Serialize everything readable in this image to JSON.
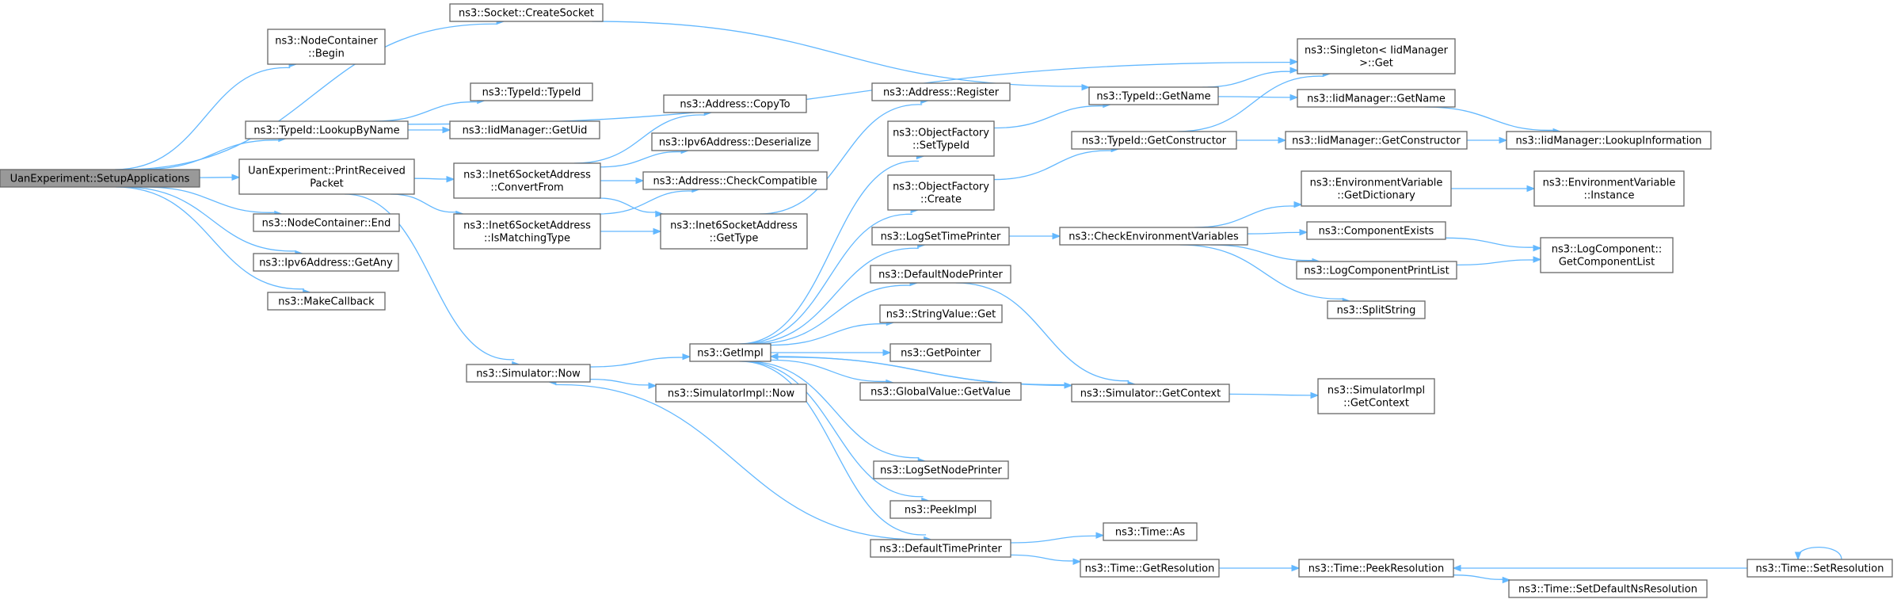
{
  "nodes": [
    {
      "id": "root",
      "lines": [
        "UanExperiment::SetupApplications"
      ],
      "root": true
    },
    {
      "id": "nc_begin",
      "lines": [
        "ns3::NodeContainer",
        "::Begin"
      ]
    },
    {
      "id": "lookup",
      "lines": [
        "ns3::TypeId::LookupByName"
      ]
    },
    {
      "id": "printrecv",
      "lines": [
        "UanExperiment::PrintReceived",
        "Packet"
      ]
    },
    {
      "id": "nc_end",
      "lines": [
        "ns3::NodeContainer::End"
      ]
    },
    {
      "id": "ipv6any",
      "lines": [
        "ns3::Ipv6Address::GetAny"
      ]
    },
    {
      "id": "makecb",
      "lines": [
        "ns3::MakeCallback"
      ]
    },
    {
      "id": "createsock",
      "lines": [
        "ns3::Socket::CreateSocket"
      ]
    },
    {
      "id": "typeid_ctor",
      "lines": [
        "ns3::TypeId::TypeId"
      ]
    },
    {
      "id": "iid_getuid",
      "lines": [
        "ns3::IidManager::GetUid"
      ]
    },
    {
      "id": "convfrom",
      "lines": [
        "ns3::Inet6SocketAddress",
        "::ConvertFrom"
      ]
    },
    {
      "id": "ismatch",
      "lines": [
        "ns3::Inet6SocketAddress",
        "::IsMatchingType"
      ]
    },
    {
      "id": "simnow",
      "lines": [
        "ns3::Simulator::Now"
      ]
    },
    {
      "id": "copyto",
      "lines": [
        "ns3::Address::CopyTo"
      ]
    },
    {
      "id": "deser",
      "lines": [
        "ns3::Ipv6Address::Deserialize"
      ]
    },
    {
      "id": "checkcompat",
      "lines": [
        "ns3::Address::CheckCompatible"
      ]
    },
    {
      "id": "gettype",
      "lines": [
        "ns3::Inet6SocketAddress",
        "::GetType"
      ]
    },
    {
      "id": "getimpl",
      "lines": [
        "ns3::GetImpl"
      ]
    },
    {
      "id": "simimplnow",
      "lines": [
        "ns3::SimulatorImpl::Now"
      ]
    },
    {
      "id": "addrreg",
      "lines": [
        "ns3::Address::Register"
      ]
    },
    {
      "id": "of_settype",
      "lines": [
        "ns3::ObjectFactory",
        "::SetTypeId"
      ]
    },
    {
      "id": "of_create",
      "lines": [
        "ns3::ObjectFactory",
        "::Create"
      ]
    },
    {
      "id": "logsettime",
      "lines": [
        "ns3::LogSetTimePrinter"
      ]
    },
    {
      "id": "defnodeprn",
      "lines": [
        "ns3::DefaultNodePrinter"
      ]
    },
    {
      "id": "strvalget",
      "lines": [
        "ns3::StringValue::Get"
      ]
    },
    {
      "id": "getptr",
      "lines": [
        "ns3::GetPointer"
      ]
    },
    {
      "id": "gvgetval",
      "lines": [
        "ns3::GlobalValue::GetValue"
      ]
    },
    {
      "id": "logsetnode",
      "lines": [
        "ns3::LogSetNodePrinter"
      ]
    },
    {
      "id": "peekimpl",
      "lines": [
        "ns3::PeekImpl"
      ]
    },
    {
      "id": "deftimeprn",
      "lines": [
        "ns3::DefaultTimePrinter"
      ]
    },
    {
      "id": "tid_getname",
      "lines": [
        "ns3::TypeId::GetName"
      ]
    },
    {
      "id": "tid_getctor",
      "lines": [
        "ns3::TypeId::GetConstructor"
      ]
    },
    {
      "id": "checkenv",
      "lines": [
        "ns3::CheckEnvironmentVariables"
      ]
    },
    {
      "id": "simgetctx",
      "lines": [
        "ns3::Simulator::GetContext"
      ]
    },
    {
      "id": "timeas",
      "lines": [
        "ns3::Time::As"
      ]
    },
    {
      "id": "timegetres",
      "lines": [
        "ns3::Time::GetResolution"
      ]
    },
    {
      "id": "singleton",
      "lines": [
        "ns3::Singleton< IidManager",
        ">::Get"
      ]
    },
    {
      "id": "iid_getname",
      "lines": [
        "ns3::IidManager::GetName"
      ]
    },
    {
      "id": "iid_getctor",
      "lines": [
        "ns3::IidManager::GetConstructor"
      ]
    },
    {
      "id": "envgetdict",
      "lines": [
        "ns3::EnvironmentVariable",
        "::GetDictionary"
      ]
    },
    {
      "id": "compexists",
      "lines": [
        "ns3::ComponentExists"
      ]
    },
    {
      "id": "logcompprint",
      "lines": [
        "ns3::LogComponentPrintList"
      ]
    },
    {
      "id": "splitstr",
      "lines": [
        "ns3::SplitString"
      ]
    },
    {
      "id": "simimplctx",
      "lines": [
        "ns3::SimulatorImpl",
        "::GetContext"
      ]
    },
    {
      "id": "timepeekres",
      "lines": [
        "ns3::Time::PeekResolution"
      ]
    },
    {
      "id": "setdefns",
      "lines": [
        "ns3::Time::SetDefaultNsResolution"
      ]
    },
    {
      "id": "iid_lookupinfo",
      "lines": [
        "ns3::IidManager::LookupInformation"
      ]
    },
    {
      "id": "envinstance",
      "lines": [
        "ns3::EnvironmentVariable",
        "::Instance"
      ]
    },
    {
      "id": "logcomplist",
      "lines": [
        "ns3::LogComponent::",
        "GetComponentList"
      ]
    },
    {
      "id": "timesetres",
      "lines": [
        "ns3::Time::SetResolution"
      ]
    }
  ],
  "edges": [
    [
      "root",
      "nc_begin"
    ],
    [
      "root",
      "createsock"
    ],
    [
      "root",
      "lookup"
    ],
    [
      "root",
      "printrecv"
    ],
    [
      "root",
      "nc_end"
    ],
    [
      "root",
      "ipv6any"
    ],
    [
      "root",
      "makecb"
    ],
    [
      "createsock",
      "tid_getname"
    ],
    [
      "lookup",
      "singleton"
    ],
    [
      "lookup",
      "typeid_ctor"
    ],
    [
      "lookup",
      "iid_getuid"
    ],
    [
      "printrecv",
      "convfrom"
    ],
    [
      "printrecv",
      "ismatch"
    ],
    [
      "printrecv",
      "simnow"
    ],
    [
      "convfrom",
      "copyto"
    ],
    [
      "convfrom",
      "deser"
    ],
    [
      "convfrom",
      "checkcompat"
    ],
    [
      "convfrom",
      "gettype"
    ],
    [
      "ismatch",
      "checkcompat"
    ],
    [
      "ismatch",
      "gettype"
    ],
    [
      "gettype",
      "addrreg"
    ],
    [
      "simnow",
      "getimpl"
    ],
    [
      "simnow",
      "simimplnow"
    ],
    [
      "getimpl",
      "of_settype"
    ],
    [
      "getimpl",
      "of_create"
    ],
    [
      "getimpl",
      "logsettime"
    ],
    [
      "getimpl",
      "defnodeprn"
    ],
    [
      "getimpl",
      "strvalget"
    ],
    [
      "getimpl",
      "getptr"
    ],
    [
      "getimpl",
      "gvgetval"
    ],
    [
      "getimpl",
      "logsetnode"
    ],
    [
      "getimpl",
      "peekimpl"
    ],
    [
      "getimpl",
      "deftimeprn"
    ],
    [
      "getimpl",
      "simgetctx"
    ],
    [
      "of_settype",
      "tid_getname"
    ],
    [
      "of_create",
      "tid_getctor"
    ],
    [
      "logsettime",
      "checkenv"
    ],
    [
      "defnodeprn",
      "simgetctx"
    ],
    [
      "simgetctx",
      "getimpl"
    ],
    [
      "simgetctx",
      "simimplctx"
    ],
    [
      "deftimeprn",
      "simnow"
    ],
    [
      "deftimeprn",
      "timeas"
    ],
    [
      "deftimeprn",
      "timegetres"
    ],
    [
      "tid_getname",
      "singleton"
    ],
    [
      "tid_getname",
      "iid_getname"
    ],
    [
      "tid_getctor",
      "singleton"
    ],
    [
      "tid_getctor",
      "iid_getctor"
    ],
    [
      "iid_getname",
      "iid_lookupinfo"
    ],
    [
      "iid_getctor",
      "iid_lookupinfo"
    ],
    [
      "checkenv",
      "envgetdict"
    ],
    [
      "checkenv",
      "compexists"
    ],
    [
      "checkenv",
      "logcompprint"
    ],
    [
      "checkenv",
      "splitstr"
    ],
    [
      "envgetdict",
      "envinstance"
    ],
    [
      "compexists",
      "logcomplist"
    ],
    [
      "logcompprint",
      "logcomplist"
    ],
    [
      "timegetres",
      "timepeekres"
    ],
    [
      "timepeekres",
      "setdefns"
    ],
    [
      "timesetres",
      "timepeekres"
    ],
    [
      "timesetres",
      "timesetres"
    ]
  ]
}
